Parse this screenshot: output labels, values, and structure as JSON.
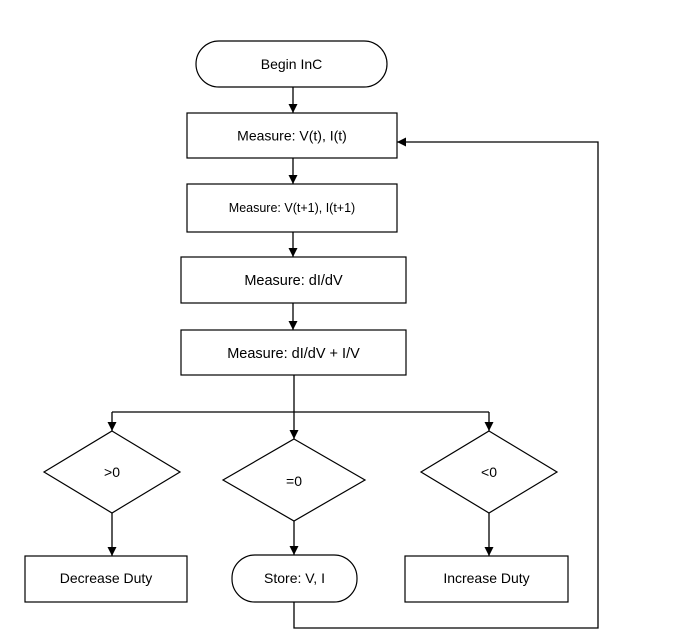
{
  "diagram": {
    "start": "Begin InC",
    "steps": [
      "Measure: V(t), I(t)",
      "Measure: V(t+1), I(t+1)",
      "Measure: dI/dV",
      "Measure: dI/dV + I/V"
    ],
    "decisions": {
      "left": ">0",
      "center": "=0",
      "right": "<0"
    },
    "outcomes": {
      "left": "Decrease Duty",
      "center": "Store: V, I",
      "right": "Increase Duty"
    }
  }
}
